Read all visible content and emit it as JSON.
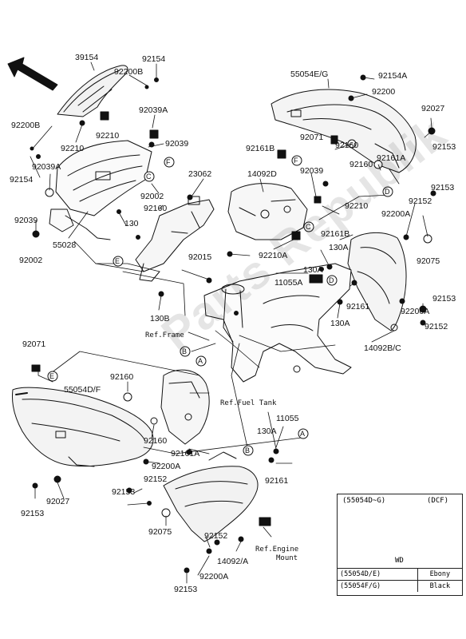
{
  "part_numbers": {
    "p39154": "39154",
    "p92154_top": "92154",
    "p92200B_top": "92200B",
    "p92200B_left": "92200B",
    "p92210_a": "92210",
    "p92210_b": "92210",
    "p92039A_right": "92039A",
    "p92039_mid": "92039",
    "p92154_left": "92154",
    "p92039A_left": "92039A",
    "p92002_a": "92002",
    "p92160_a": "92160",
    "p92039_left": "92039",
    "p55028": "55028",
    "p92002_b": "92002",
    "p130_a": "130",
    "p23062": "23062",
    "p14092D": "14092D",
    "p92161B_a": "92161B",
    "p92039_c": "92039",
    "p55054EG": "55054E/G",
    "p92154A": "92154A",
    "p92200": "92200",
    "p92027_top": "92027",
    "p92071_a": "92071",
    "p92160_b": "92160",
    "p92153_a": "92153",
    "p92161A_a": "92161A",
    "p92160_c": "92160",
    "p92153_b": "92153",
    "p92152_a": "92152",
    "p92200A_a": "92200A",
    "p92210_c": "92210",
    "p92161B_b": "92161B",
    "p130A_a": "130A",
    "p92210A": "92210A",
    "p130A_b": "130A",
    "p92075_a": "92075",
    "p92015": "92015",
    "p11055A": "11055A",
    "p92153_c": "92153",
    "p92200A_b": "92200A",
    "p130B": "130B",
    "p92161_a": "92161",
    "p130A_c": "130A",
    "p92152_b": "92152",
    "p14092BC": "14092B/C",
    "p92071_b": "92071",
    "p92160_d": "92160",
    "p55054DF": "55054D/F",
    "p92160_e": "92160",
    "p11055": "11055",
    "p130A_d": "130A",
    "p92161A_b": "92161A",
    "p92200A_c": "92200A",
    "p92152_c": "92152",
    "p92153_d": "92153",
    "p92161_b": "92161",
    "p92027_bottom": "92027",
    "p92153_e": "92153",
    "p92075_b": "92075",
    "p92152_d": "92152",
    "p14092A": "14092/A",
    "p92200A_d": "92200A",
    "p92153_f": "92153"
  },
  "references": {
    "frame": "Ref.Frame",
    "fuel_tank": "Ref.Fuel Tank",
    "engine_mount_1": "Ref.Engine",
    "engine_mount_2": "Mount"
  },
  "callouts": {
    "A": "A",
    "B": "B",
    "C": "C",
    "D": "D",
    "E": "E",
    "F": "F"
  },
  "watermark": "Parts Republik",
  "legend": {
    "parts": "(55054D~G)",
    "region": "(DCF)",
    "decal": "WD",
    "rows": [
      {
        "part": "(55054D/E)",
        "color": "Ebony"
      },
      {
        "part": "(55054F/G)",
        "color": "Black"
      }
    ]
  }
}
